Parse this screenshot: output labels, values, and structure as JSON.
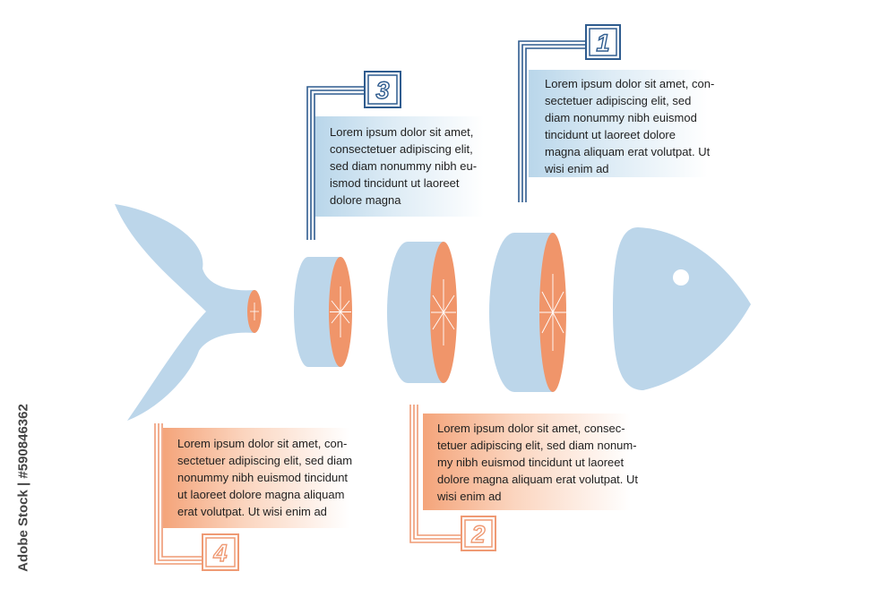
{
  "colors": {
    "fish_body": "#bcd6ea",
    "flesh": "#f0956a",
    "blue_frame": "#2f5c8f",
    "orange_frame": "#ef9a74"
  },
  "callouts": [
    {
      "number": "1",
      "text": "Lorem ipsum dolor sit amet, con-\nsectetuer adipiscing elit, sed\ndiam nonummy nibh euismod\ntincidunt ut laoreet dolore\nmagna aliquam erat volutpat. Ut\nwisi enim ad"
    },
    {
      "number": "2",
      "text": "Lorem ipsum dolor sit amet, consec-\ntetuer adipiscing elit, sed diam nonum-\nmy nibh euismod tincidunt ut laoreet\ndolore magna aliquam erat volutpat. Ut\nwisi enim ad"
    },
    {
      "number": "3",
      "text": "Lorem ipsum dolor sit amet,\nconsectetuer adipiscing elit,\nsed diam nonummy nibh eu-\nismod tincidunt ut laoreet\ndolore magna"
    },
    {
      "number": "4",
      "text": "Lorem ipsum dolor sit amet, con-\nsectetuer adipiscing elit, sed diam\nnonummy nibh euismod tincidunt\nut laoreet dolore magna aliquam\nerat volutpat. Ut wisi enim ad"
    }
  ],
  "watermark": "Adobe Stock | #590846362"
}
